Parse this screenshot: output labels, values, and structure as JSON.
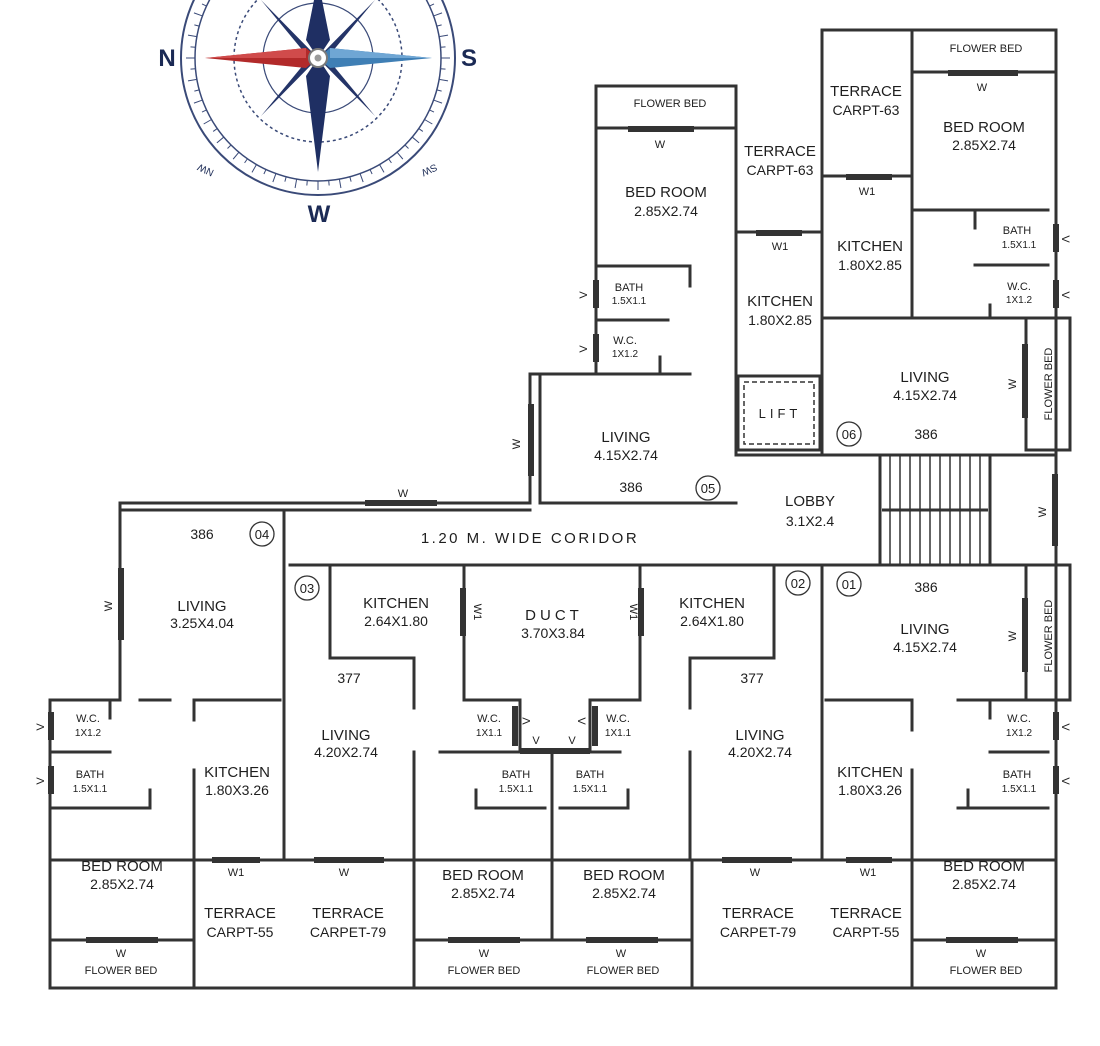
{
  "compass": {
    "north": "N",
    "south": "S",
    "west": "W",
    "northwest": "NW",
    "southwest": "SW",
    "colors": {
      "navy": "#1f2f63",
      "red": "#b22a2a",
      "blue": "#3f7fb5",
      "ring": "#3a4a78"
    }
  },
  "corridor": {
    "label": "1.20 M. WIDE CORIDOR"
  },
  "lobby": {
    "label": "LOBBY",
    "dim": "3.1X2.4"
  },
  "lift": {
    "label": "LIFT"
  },
  "duct": {
    "label": "DUCT",
    "dim": "3.70X3.84"
  },
  "units": {
    "u01": {
      "number": "01",
      "span": "386",
      "living": "LIVING",
      "living_dim": "4.15X2.74",
      "kitchen": "KITCHEN",
      "kitchen_dim": "1.80X3.26",
      "wc": "W.C.",
      "wc_dim": "1X1.2",
      "bath": "BATH",
      "bath_dim": "1.5X1.1",
      "bed": "BED ROOM",
      "bed_dim": "2.85X2.74",
      "terrace": "TERRACE",
      "terrace_dim": "CARPT-55"
    },
    "u02": {
      "number": "02",
      "span": "377",
      "living": "LIVING",
      "living_dim": "4.20X2.74",
      "kitchen": "KITCHEN",
      "kitchen_dim": "2.64X1.80",
      "wc": "W.C.",
      "wc_dim": "1X1.1",
      "bath": "BATH",
      "bath_dim": "1.5X1.1",
      "bed": "BED ROOM",
      "bed_dim": "2.85X2.74",
      "terrace": "TERRACE",
      "terrace_dim": "CARPET-79"
    },
    "u03": {
      "number": "03",
      "span": "377",
      "living": "LIVING",
      "living_dim": "4.20X2.74",
      "kitchen": "KITCHEN",
      "kitchen_dim": "2.64X1.80",
      "wc": "W.C.",
      "wc_dim": "1X1.1",
      "bath": "BATH",
      "bath_dim": "1.5X1.1",
      "bed": "BED ROOM",
      "bed_dim": "2.85X2.74",
      "terrace": "TERRACE",
      "terrace_dim": "CARPET-79"
    },
    "u04": {
      "number": "04",
      "span": "386",
      "living": "LIVING",
      "living_dim": "3.25X4.04",
      "kitchen": "KITCHEN",
      "kitchen_dim": "1.80X3.26",
      "wc": "W.C.",
      "wc_dim": "1X1.2",
      "bath": "BATH",
      "bath_dim": "1.5X1.1",
      "bed": "BED ROOM",
      "bed_dim": "2.85X2.74",
      "terrace": "TERRACE",
      "terrace_dim": "CARPT-55"
    },
    "u05": {
      "number": "05",
      "span": "386",
      "living": "LIVING",
      "living_dim": "4.15X2.74",
      "kitchen": "KITCHEN",
      "kitchen_dim": "1.80X2.85",
      "wc": "W.C.",
      "wc_dim": "1X1.2",
      "bath": "BATH",
      "bath_dim": "1.5X1.1",
      "bed": "BED ROOM",
      "bed_dim": "2.85X2.74",
      "terrace": "TERRACE",
      "terrace_dim": "CARPT-63"
    },
    "u06": {
      "number": "06",
      "span": "386",
      "living": "LIVING",
      "living_dim": "4.15X2.74",
      "kitchen": "KITCHEN",
      "kitchen_dim": "1.80X2.85",
      "wc": "W.C.",
      "wc_dim": "1X1.2",
      "bath": "BATH",
      "bath_dim": "1.5X1.1",
      "bed": "BED ROOM",
      "bed_dim": "2.85X2.74",
      "terrace": "TERRACE",
      "terrace_dim": "CARPT-63"
    }
  },
  "markers": {
    "window": "W",
    "window_one": "W1",
    "vent": "V",
    "flower_bed": "FLOWER BED"
  },
  "style": {
    "wall": "#333333",
    "window": "#333333"
  }
}
